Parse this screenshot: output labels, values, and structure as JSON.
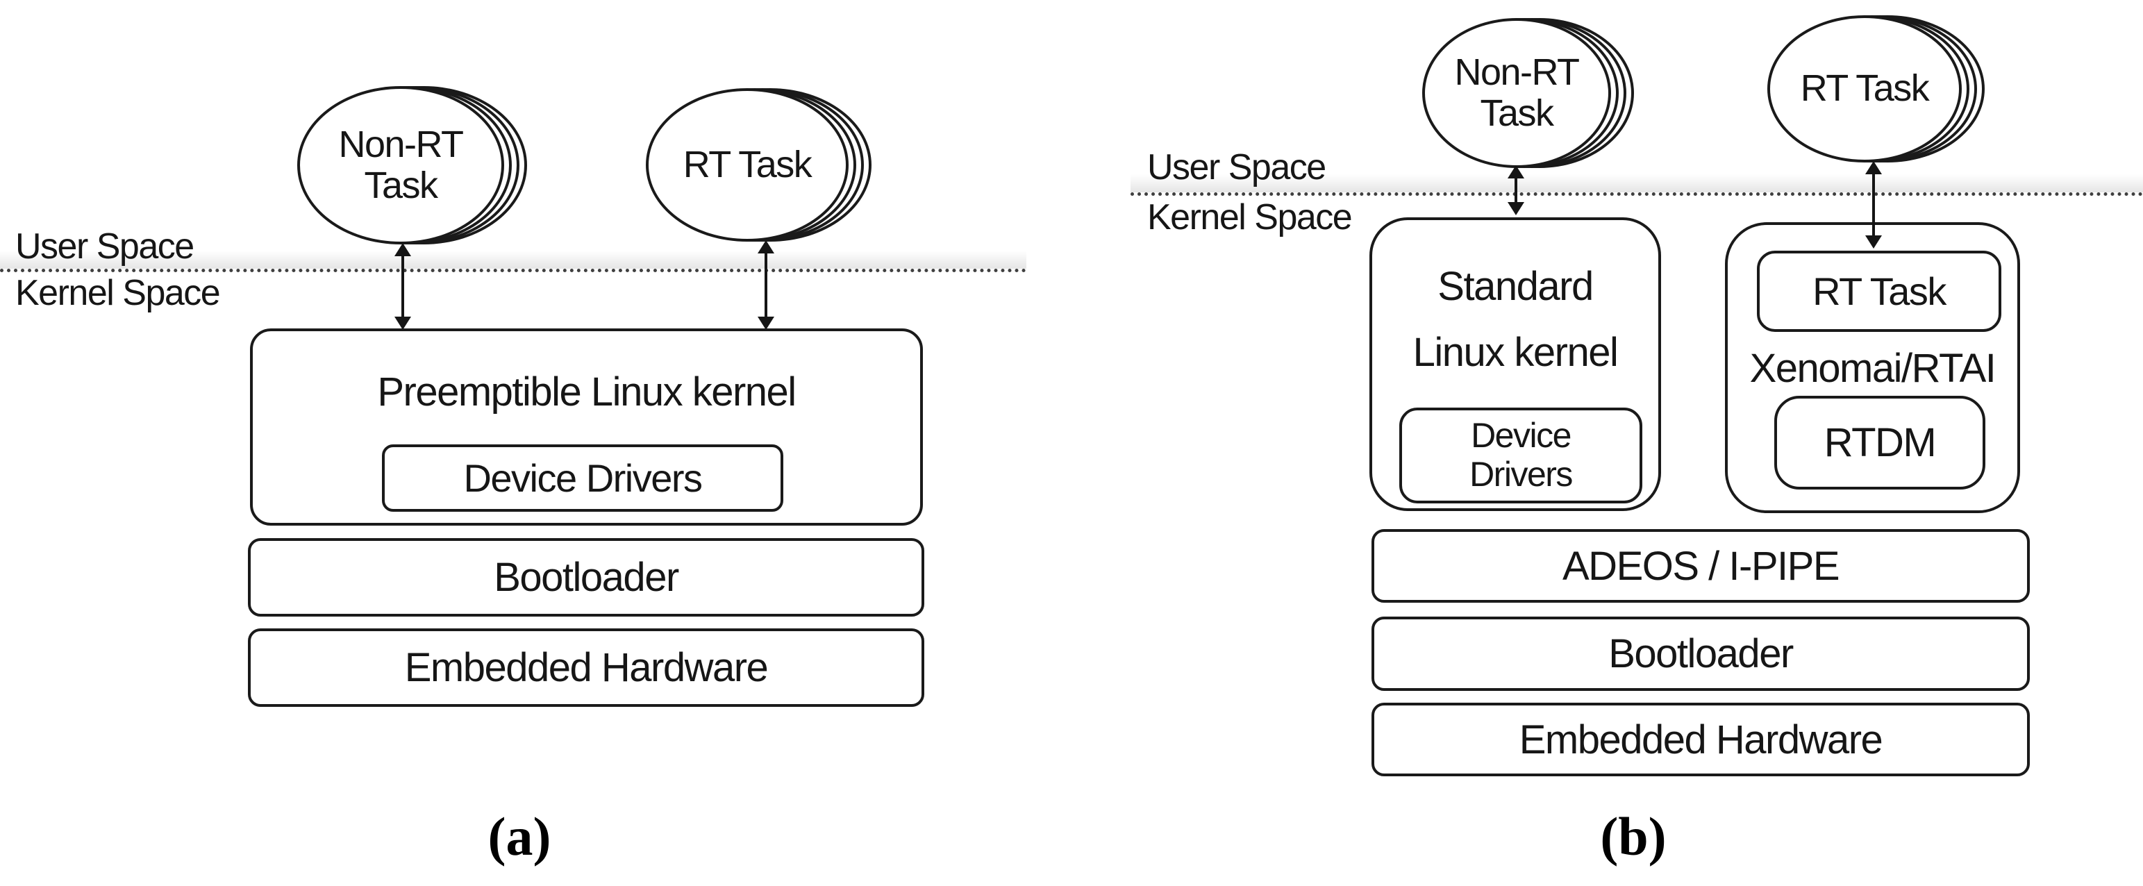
{
  "colors": {
    "stroke": "#1a1a1a",
    "background": "#ffffff",
    "boundary_band": "#e6e6e6"
  },
  "boundary_a": {
    "user_space": "User Space",
    "kernel_space": "Kernel Space"
  },
  "boundary_b": {
    "user_space": "User Space",
    "kernel_space": "Kernel Space"
  },
  "diagram_a": {
    "caption": "(a)",
    "non_rt_task": {
      "line1": "Non-RT",
      "line2": "Task"
    },
    "rt_task": "RT Task",
    "kernel_box": "Preemptible Linux kernel",
    "device_drivers": "Device Drivers",
    "bootloader": "Bootloader",
    "hardware": "Embedded Hardware"
  },
  "diagram_b": {
    "caption": "(b)",
    "non_rt_task": {
      "line1": "Non-RT",
      "line2": "Task"
    },
    "rt_task": "RT Task",
    "kernel_box": {
      "line1": "Standard",
      "line2": "Linux kernel"
    },
    "device_drivers": {
      "line1": "Device",
      "line2": "Drivers"
    },
    "rt_task_box": "RT Task",
    "xenomai": "Xenomai/RTAI",
    "rtdm": "RTDM",
    "adeos": "ADEOS / I-PIPE",
    "bootloader": "Bootloader",
    "hardware": "Embedded Hardware"
  }
}
